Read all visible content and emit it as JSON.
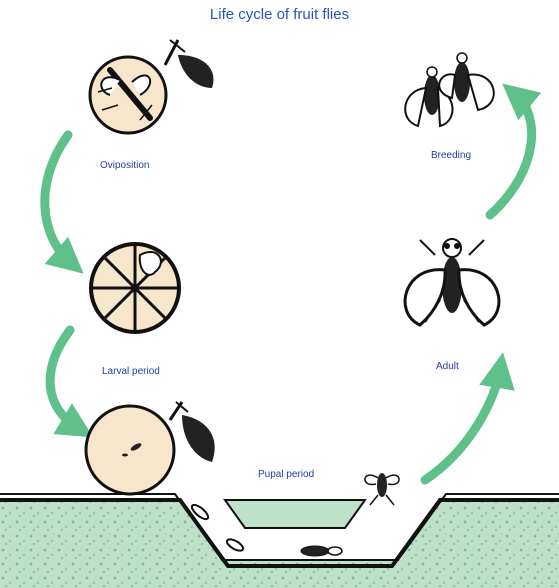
{
  "title": "Life cycle of fruit flies",
  "stages": {
    "oviposition": "Oviposition",
    "larval": "Larval period",
    "pupal": "Pupal period",
    "adult": "Adult",
    "breeding": "Breeding"
  },
  "colors": {
    "title": "#2a52be",
    "label": "#1f3fa6",
    "arrow": "#5fc08a",
    "fruit": "#f7e5cc",
    "soil": "#b9dcc3",
    "ink": "#111111"
  },
  "icons": [
    "fruit-with-fly-icon",
    "cut-fruit-icon",
    "fallen-fruit-icon",
    "fly-icon",
    "mating-flies-icon",
    "pupa-icon",
    "leaf-icon"
  ]
}
